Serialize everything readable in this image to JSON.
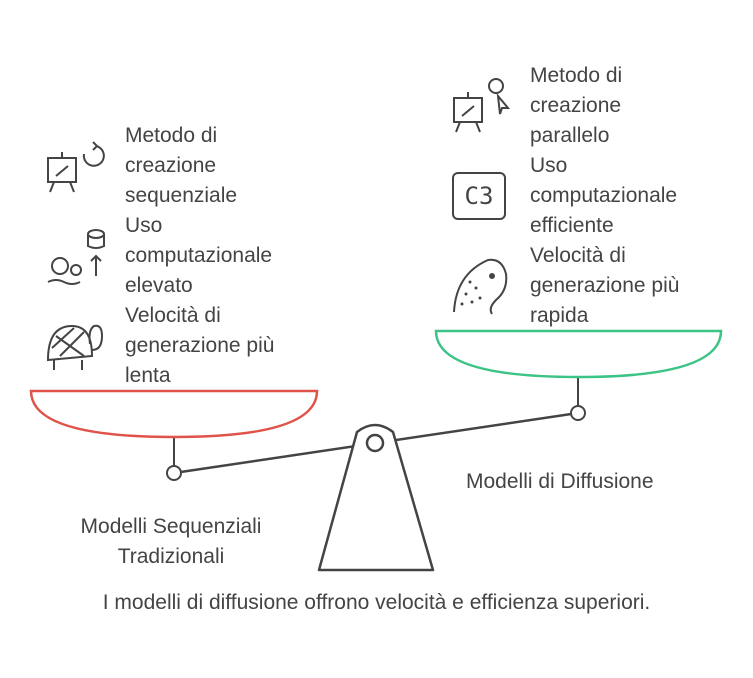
{
  "left": {
    "label_line1": "Modelli Sequenziali",
    "label_line2": "Tradizionali",
    "color": "#e0534a",
    "items": [
      {
        "icon": "easel-cycle-icon",
        "lines": [
          "Metodo di",
          "creazione",
          "sequenziale"
        ]
      },
      {
        "icon": "gears-database-icon",
        "lines": [
          "Uso",
          "computazionale",
          "elevato"
        ]
      },
      {
        "icon": "turtle-icon",
        "lines": [
          "Velocità di",
          "generazione più",
          "lenta"
        ]
      }
    ]
  },
  "right": {
    "label": "Modelli di Diffusione",
    "color": "#3cc386",
    "items": [
      {
        "icon": "easel-parallel-icon",
        "lines": [
          "Metodo di",
          "creazione",
          "parallelo"
        ]
      },
      {
        "icon": "c3-chip-icon",
        "lines": [
          "Uso",
          "computazionale",
          "efficiente"
        ],
        "icon_text": "C3"
      },
      {
        "icon": "cheetah-icon",
        "lines": [
          "Velocità di",
          "generazione più",
          "rapida"
        ]
      }
    ]
  },
  "footer": "I modelli di diffusione offrono velocità e efficienza superiori."
}
